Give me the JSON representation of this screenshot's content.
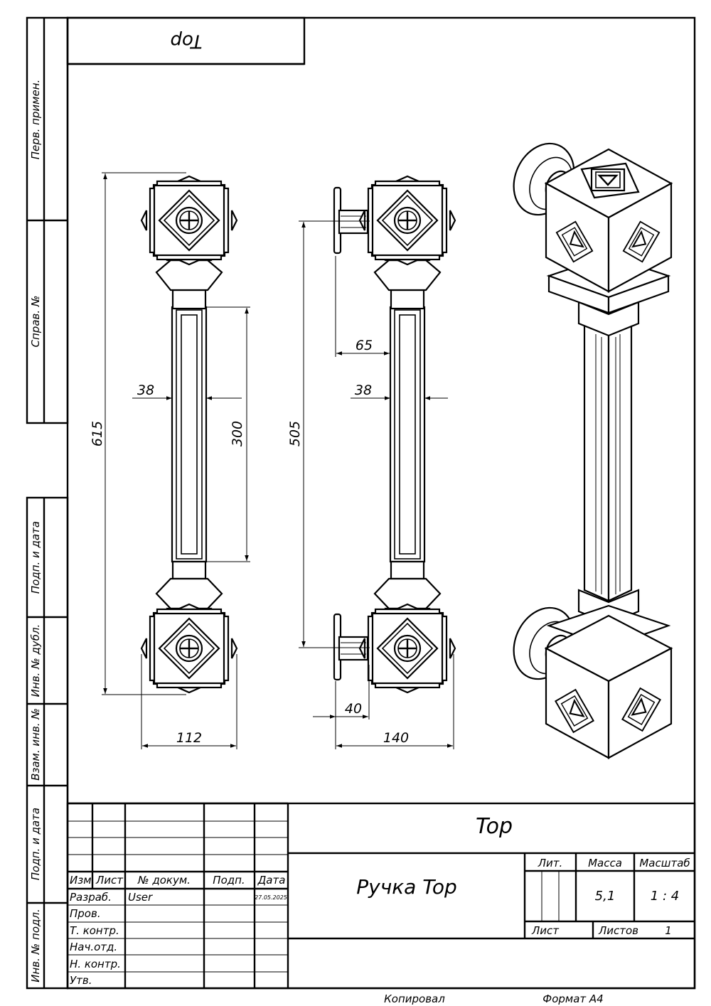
{
  "stamp": {
    "rotated_title": "Top"
  },
  "side_fields": {
    "perv_primen": "Перв. примен.",
    "sprav_no": "Справ. №",
    "podp_data_1": "Подп. и дата",
    "inv_dubl": "Инв. № дубл.",
    "vzam_inv": "Взам. инв. №",
    "podp_data_2": "Подп. и дата",
    "inv_podl": "Инв. № подл."
  },
  "dimensions": {
    "front_height": "615",
    "front_bar_width": "38",
    "front_bar_length": "300",
    "front_width": "112",
    "side_center_distance": "505",
    "side_offset": "65",
    "side_bar_width": "38",
    "side_base": "40",
    "side_depth": "140"
  },
  "title_block": {
    "doc_designation": "Top",
    "product_name": "Ручка Top",
    "headers": {
      "izm": "Изм.",
      "list": "Лист",
      "doc_no": "№ докум.",
      "podp": "Подп.",
      "data": "Дата"
    },
    "rows": [
      {
        "role": "Разраб.",
        "name": "User",
        "date": "27.05.2025"
      },
      {
        "role": "Пров.",
        "name": "",
        "date": ""
      },
      {
        "role": "Т. контр.",
        "name": "",
        "date": ""
      },
      {
        "role": "Нач.отд.",
        "name": "",
        "date": ""
      },
      {
        "role": "Н. контр.",
        "name": "",
        "date": ""
      },
      {
        "role": "Утв.",
        "name": "",
        "date": ""
      }
    ],
    "lit_label": "Лит.",
    "mass_label": "Масса",
    "scale_label": "Масштаб",
    "mass_value": "5,1",
    "scale_value": "1 : 4",
    "sheet_label": "Лист",
    "sheets_label": "Листов",
    "sheets_value": "1"
  },
  "footer": {
    "copied": "Копировал",
    "format": "Формат A4"
  }
}
